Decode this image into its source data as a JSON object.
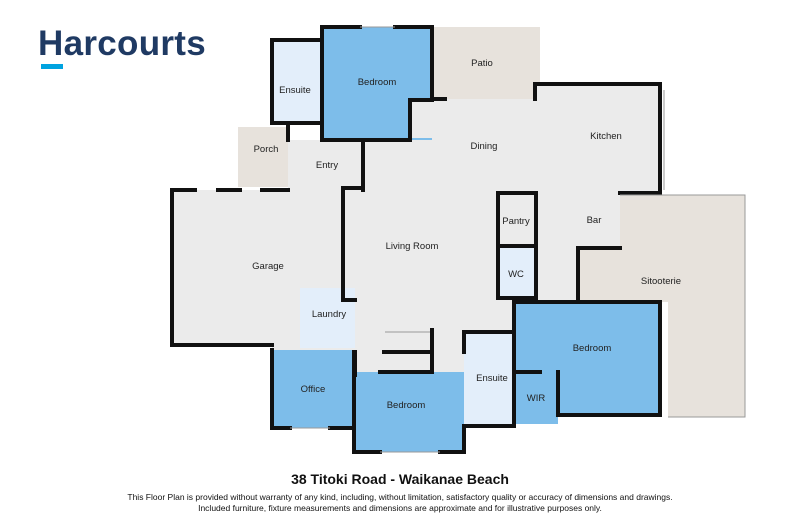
{
  "brand": {
    "name": "Harcourts",
    "color": "#1f3a63",
    "accent": "#00a3e0"
  },
  "rooms": {
    "ensuite_top": "Ensuite",
    "bedroom_top": "Bedroom",
    "patio": "Patio",
    "porch": "Porch",
    "entry": "Entry",
    "dining": "Dining",
    "kitchen": "Kitchen",
    "pantry": "Pantry",
    "bar": "Bar",
    "garage": "Garage",
    "living_room": "Living Room",
    "wc": "WC",
    "sitooterie": "Sitooterie",
    "laundry": "Laundry",
    "bedroom_right": "Bedroom",
    "office": "Office",
    "ensuite_bottom": "Ensuite",
    "wir": "WIR",
    "bedroom_bottom": "Bedroom"
  },
  "colors": {
    "bedroom": "#7dbdea",
    "wet_area": "#e3eefa",
    "living": "#ebebeb",
    "outdoor": "#e7e2dc",
    "wall": "#111111"
  },
  "title": "38 Titoki Road - Waikanae Beach",
  "disclaimer": [
    "This Floor Plan is provided without warranty of any kind, including, without limitation, satisfactory quality or accuracy of dimensions and drawings.",
    "Included furniture, fixture measurements and dimensions are approximate and for illustrative purposes only."
  ]
}
